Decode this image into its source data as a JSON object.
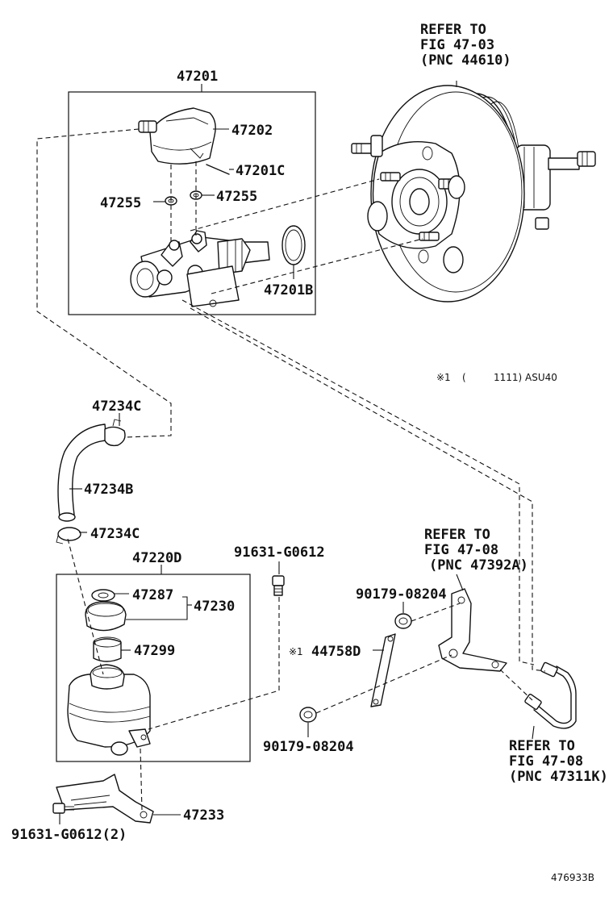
{
  "refs": {
    "booster": [
      "REFER TO",
      "FIG 47-03",
      "(PNC 44610)"
    ],
    "bracket": [
      "REFER TO",
      "FIG 47-08",
      "(PNC 47392A)"
    ],
    "line": [
      "REFER TO",
      "FIG 47-08",
      "(PNC 47311K)"
    ]
  },
  "note": {
    "mark": "※1",
    "paren": "(",
    "text": "1111) ASU40"
  },
  "labels": {
    "p47201": "47201",
    "p47202": "47202",
    "p47201c": "47201C",
    "p47255a": "47255",
    "p47255b": "47255",
    "p47201b": "47201B",
    "p47234c_top": "47234C",
    "p47234b": "47234B",
    "p47234c_bot": "47234C",
    "p47220d": "47220D",
    "p47287": "47287",
    "p47230": "47230",
    "p47299": "47299",
    "p47233": "47233",
    "p91631_top": "91631-G0612",
    "p91631_bot": "91631-G0612(2)",
    "p90179_top": "90179-08204",
    "p90179_bot": "90179-08204",
    "p44758d": "44758D",
    "p44758d_mark": "※1"
  },
  "figure_id": "476933B"
}
